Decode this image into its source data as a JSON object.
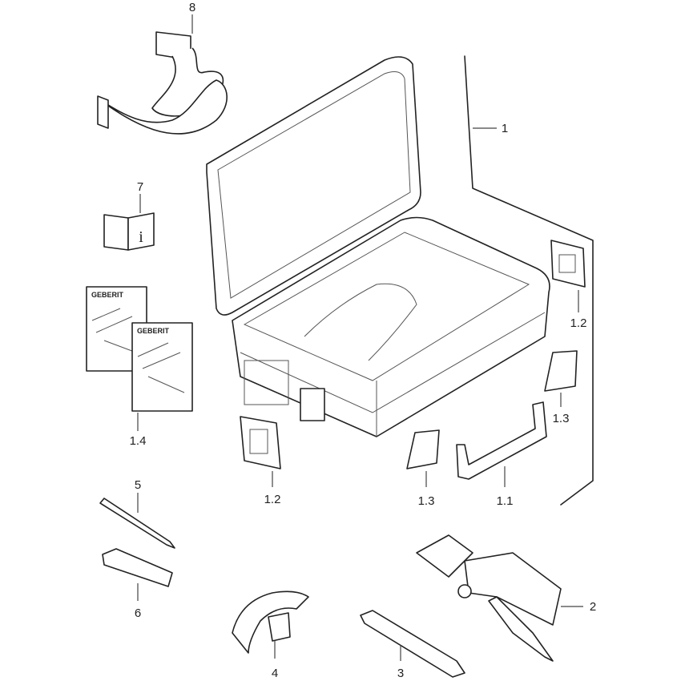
{
  "diagram": {
    "labels": {
      "case": "1",
      "handle": "1.1",
      "latch_right": "1.2",
      "latch_left": "1.2",
      "foot_right": "1.3",
      "foot_left": "1.3",
      "cards": "1.4",
      "press_tool": "2",
      "tool_3": "3",
      "bender": "4",
      "pen": "5",
      "eraser": "6",
      "manual": "7",
      "strap": "8"
    },
    "card_brand": "GEBERIT",
    "manual_glyph": "i"
  }
}
